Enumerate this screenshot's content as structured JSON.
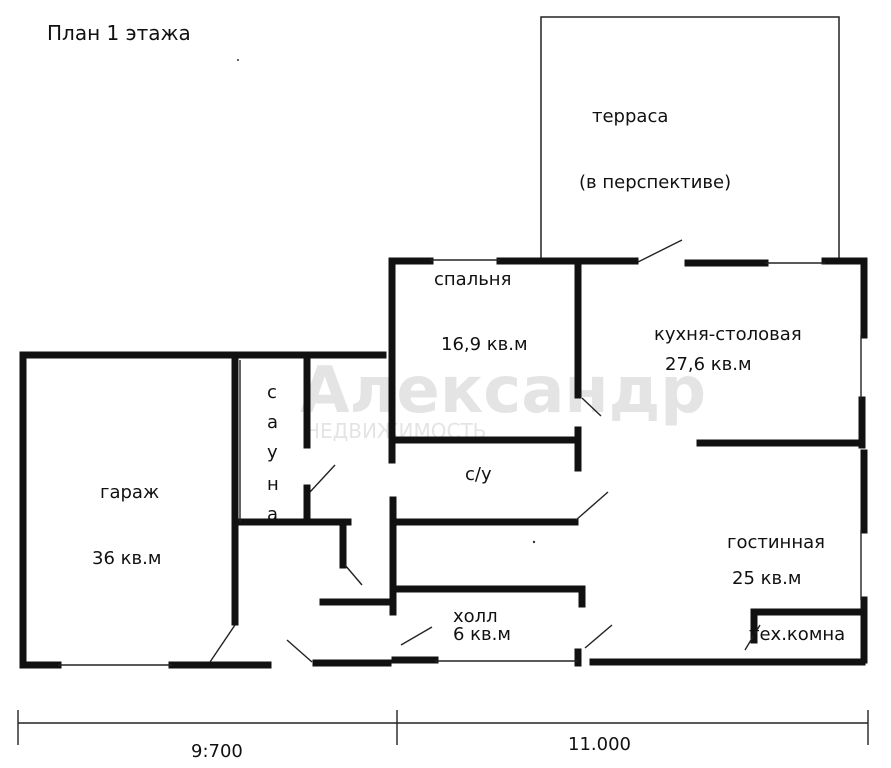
{
  "title": "План 1 этажа",
  "rooms": {
    "terrace": "терраса",
    "terrace_note": "(в перспективе)",
    "bedroom": "спальня",
    "bedroom_area": "16,9 кв.м",
    "kitchen": "кухня-столовая",
    "kitchen_area": "27,6 кв.м",
    "sauna": [
      "с",
      "а",
      "у",
      "н",
      "а"
    ],
    "bathroom": "с/у",
    "garage": "гараж",
    "garage_area": "36 кв.м",
    "living": "гостинная",
    "living_area": "25 кв.м",
    "hall": "холл",
    "hall_area": "6 кв.м",
    "tech_room": "тех.комна"
  },
  "dimensions": {
    "left": "9:700",
    "right": "11.000"
  },
  "watermark": {
    "main": "Александр",
    "sub": "НЕДВИЖИМОСТЬ"
  },
  "colors": {
    "wall": "#111111",
    "line": "#222222"
  }
}
